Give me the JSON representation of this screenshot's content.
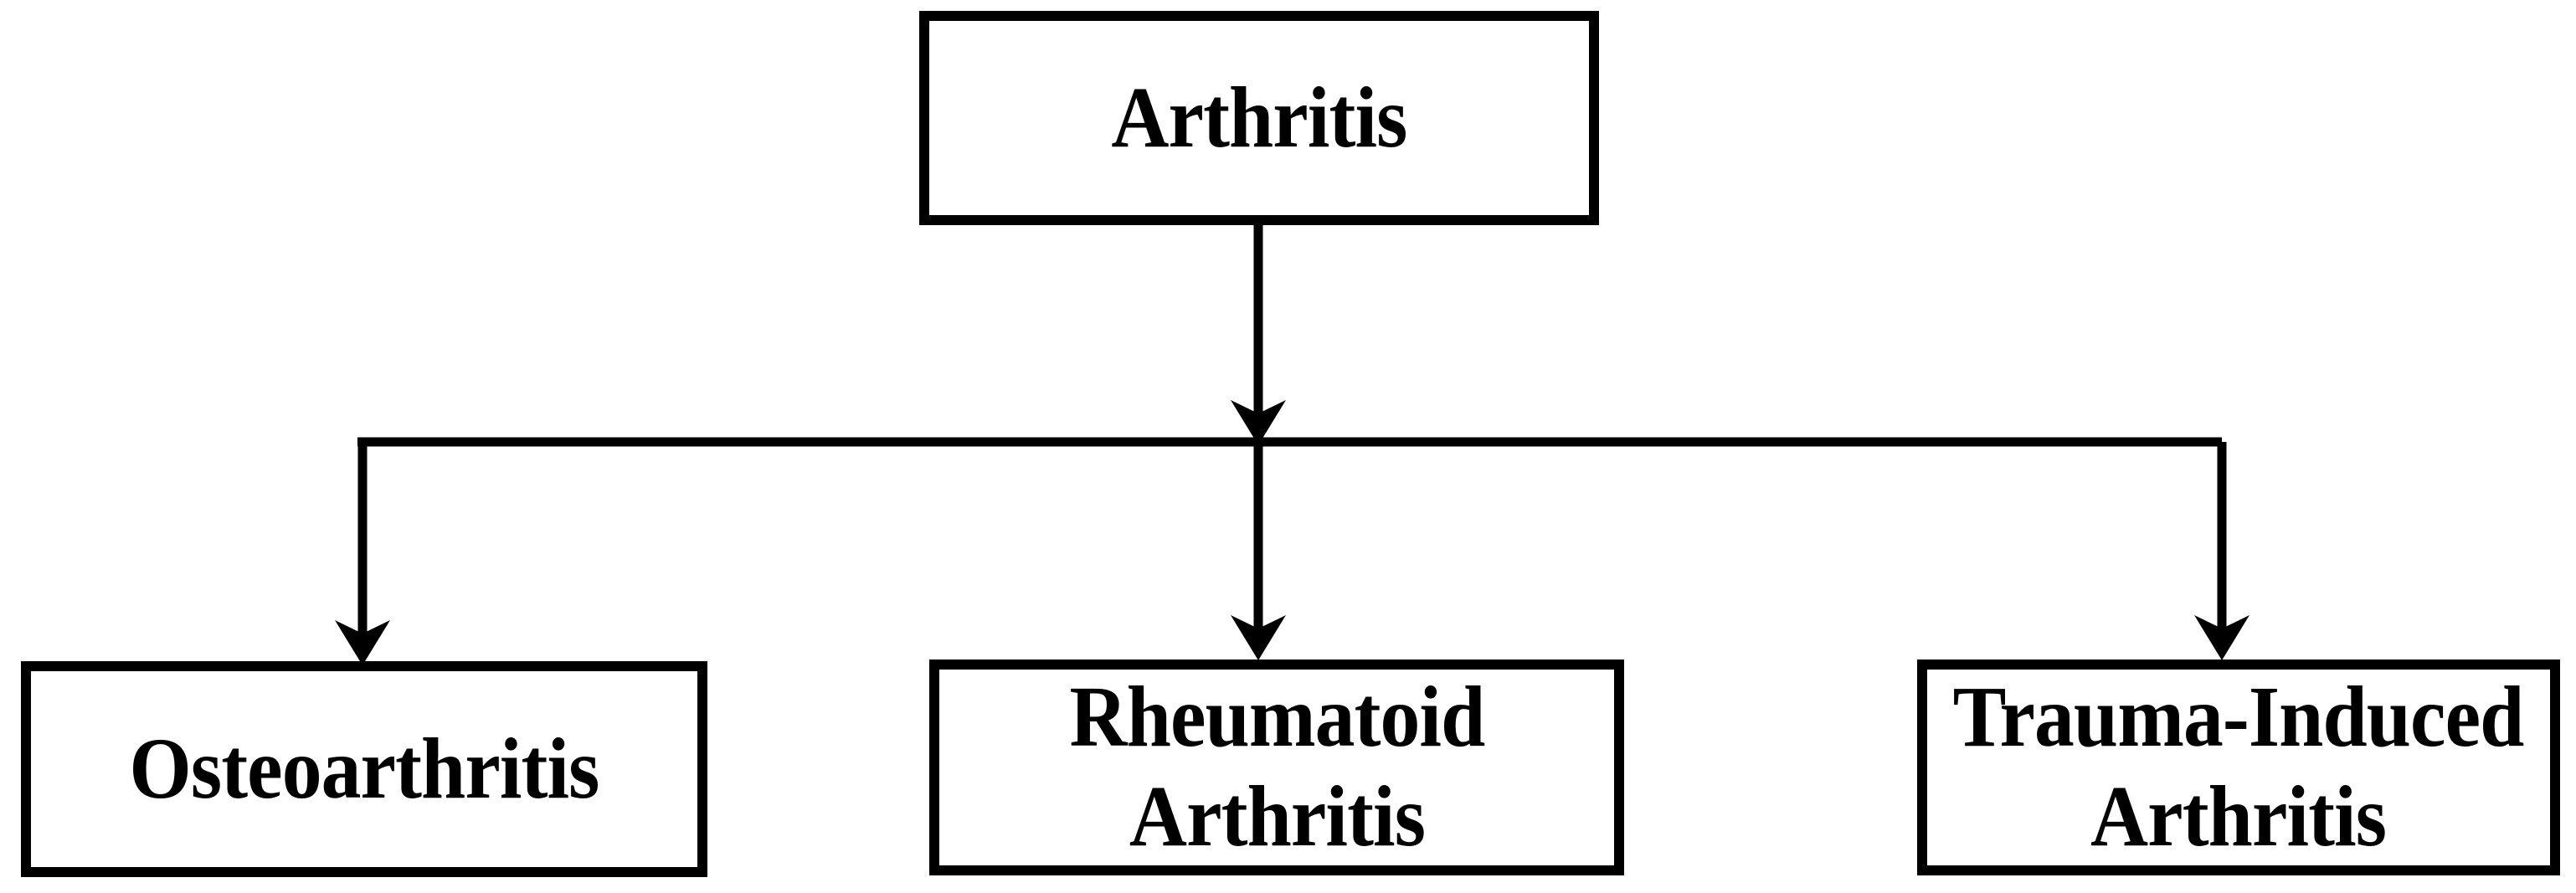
{
  "diagram": {
    "title": "Arthritis classification flowchart",
    "background_color": "#ffffff",
    "line_color": "#000000",
    "text_color": "#000000",
    "root": {
      "id": "arthritis",
      "label": "Arthritis"
    },
    "children": [
      {
        "id": "osteoarthritis",
        "label": "Osteoarthritis"
      },
      {
        "id": "rheumatoid-arthritis",
        "label": "Rheumatoid\nArthritis"
      },
      {
        "id": "trauma-induced-arthritis",
        "label": "Trauma-Induced\nArthritis"
      }
    ],
    "edges": [
      {
        "id": "edge-root-to-bus",
        "from": "arthritis",
        "to": "distribution-bus",
        "arrow": "down"
      },
      {
        "id": "edge-bus-to-osteoarthritis",
        "from": "distribution-bus",
        "to": "osteoarthritis",
        "arrow": "down"
      },
      {
        "id": "edge-bus-to-rheumatoid",
        "from": "distribution-bus",
        "to": "rheumatoid-arthritis",
        "arrow": "down"
      },
      {
        "id": "edge-bus-to-trauma",
        "from": "distribution-bus",
        "to": "trauma-induced-arthritis",
        "arrow": "down"
      }
    ]
  }
}
